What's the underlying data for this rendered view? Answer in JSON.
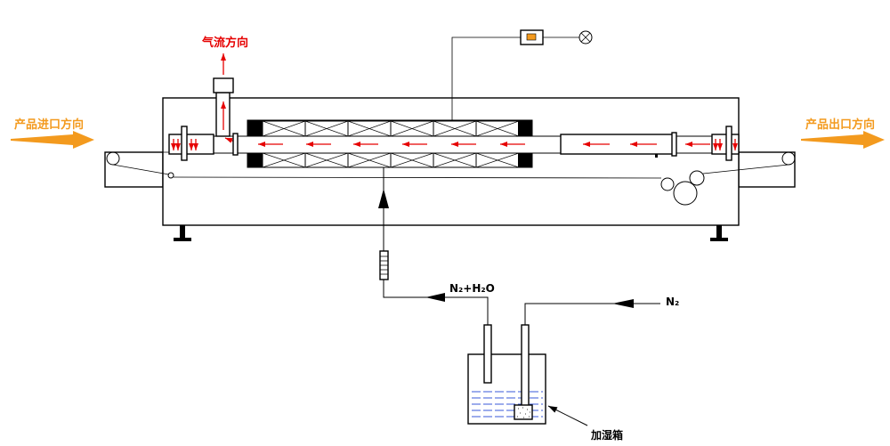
{
  "labels": {
    "airflow": "气流方向",
    "product_inlet": "产品进口方向",
    "product_outlet": "产品出口方向",
    "mixed_gas": "N₂+H₂O",
    "nitrogen": "N₂",
    "humidifier": "加湿箱"
  },
  "colors": {
    "flow_arrow": "#e60000",
    "direction_arrow": "#f39a1e",
    "water": "#3a5ad8",
    "line": "#000000"
  }
}
